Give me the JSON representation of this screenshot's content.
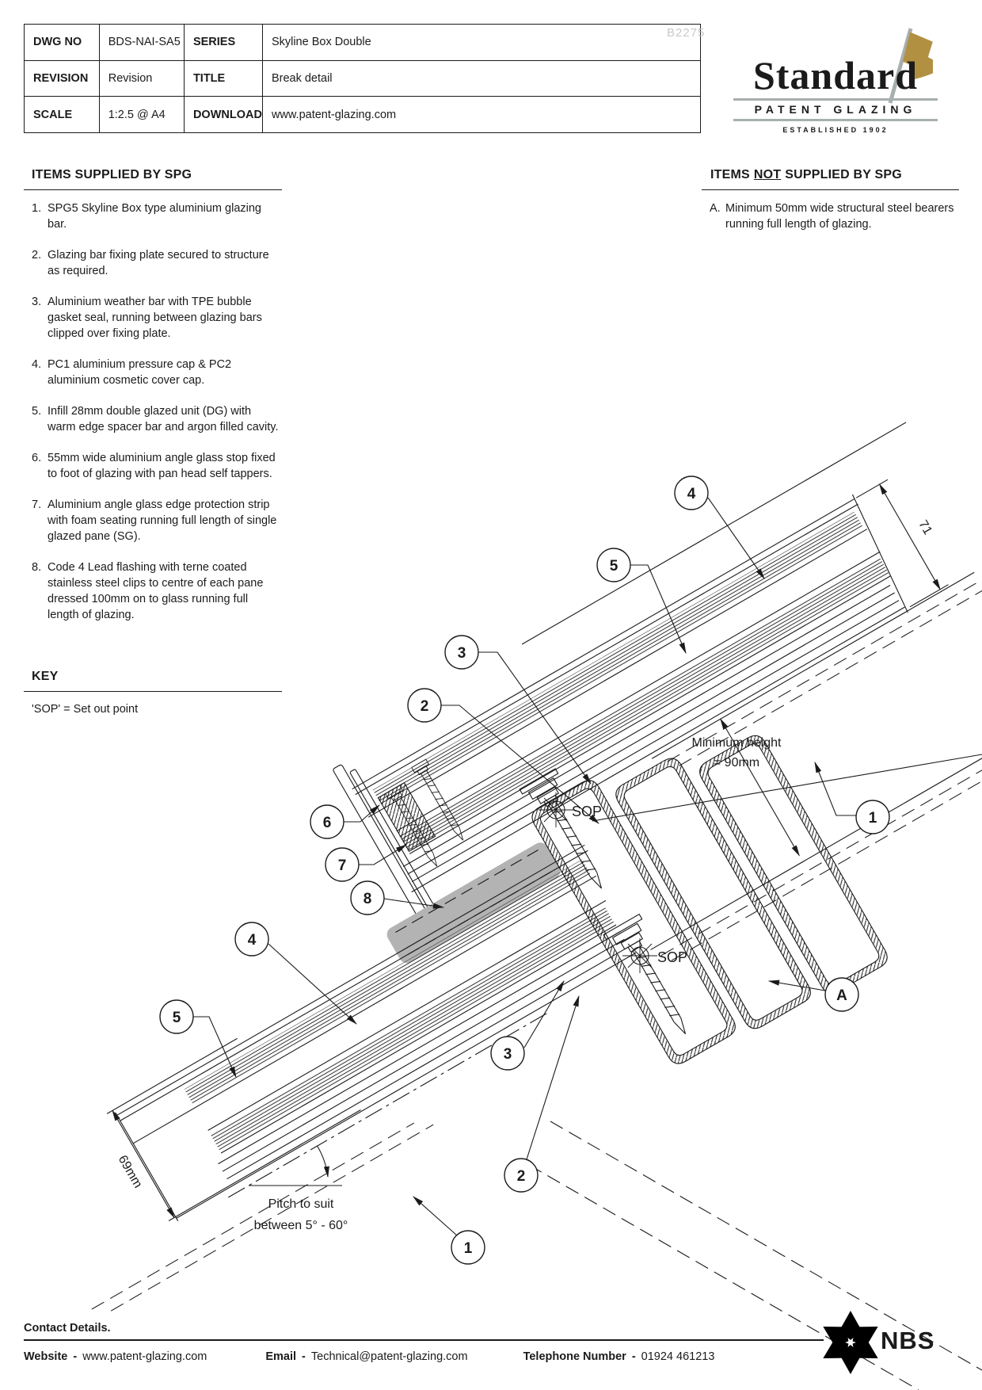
{
  "header": {
    "table": {
      "rows": [
        {
          "k1": "DWG NO",
          "v1": "BDS-NAI-SA5",
          "k2": "SERIES",
          "v2": "Skyline Box Double"
        },
        {
          "k1": "REVISION",
          "v1": "Revision",
          "k2": "TITLE",
          "v2": "Break detail"
        },
        {
          "k1": "SCALE",
          "v1": "1:2.5 @ A4",
          "k2": "DOWNLOAD",
          "v2": "www.patent-glazing.com"
        }
      ]
    },
    "watermark": "B2275"
  },
  "logo": {
    "name": "Standard",
    "subtitle": "PATENT GLAZING",
    "established": "ESTABLISHED 1902",
    "gold": "#b29041",
    "gray": "#a7aeae"
  },
  "supplied": {
    "title": "ITEMS SUPPLIED BY SPG",
    "items": [
      {
        "num": "1.",
        "text": "SPG5 Skyline Box type aluminium glazing bar."
      },
      {
        "num": "2.",
        "text": "Glazing bar fixing plate secured to structure as required."
      },
      {
        "num": "3.",
        "text": "Aluminium weather bar with TPE bubble gasket seal, running between glazing bars clipped over fixing plate."
      },
      {
        "num": "4.",
        "text": "PC1 aluminium pressure cap & PC2 aluminium cosmetic cover cap."
      },
      {
        "num": "5.",
        "text": "Infill 28mm double glazed unit (DG) with warm edge spacer bar and argon filled cavity."
      },
      {
        "num": "6.",
        "text": "55mm wide aluminium angle glass stop fixed to foot of glazing with pan head self tappers."
      },
      {
        "num": "7.",
        "text": "Aluminium angle glass edge protection strip with foam seating running full length of single glazed pane (SG)."
      },
      {
        "num": "8.",
        "text": "Code 4 Lead flashing with terne coated stainless steel clips to centre of each pane dressed 100mm on to glass running full length of glazing."
      }
    ]
  },
  "not_supplied": {
    "t1": "ITEMS",
    "t2": "NOT",
    "t3": "SUPPLIED BY SPG",
    "items": [
      {
        "num": "A.",
        "text": "Minimum 50mm wide structural steel bearers running full length of glazing."
      }
    ]
  },
  "key": {
    "title": "KEY",
    "text": "'SOP' = Set out point"
  },
  "drawing": {
    "sop_label": "SOP",
    "dims": {
      "d71": "71",
      "d69": "69mm",
      "minh1": "Minimum height",
      "minh2": "= 90mm",
      "pitch1": "Pitch to suit",
      "pitch2": "between 5° - 60°"
    },
    "callouts": [
      {
        "label": "4"
      },
      {
        "label": "5"
      },
      {
        "label": "3"
      },
      {
        "label": "2"
      },
      {
        "label": "6"
      },
      {
        "label": "7"
      },
      {
        "label": "8"
      },
      {
        "label": "4"
      },
      {
        "label": "5"
      },
      {
        "label": "3"
      },
      {
        "label": "2"
      },
      {
        "label": "1"
      },
      {
        "label": "1"
      },
      {
        "label": "A"
      }
    ],
    "line_color": "#1b1b1b",
    "flashing_gray": "#b3b3b3"
  },
  "footer": {
    "title": "Contact Details.",
    "website_label": "Website",
    "website": "www.patent-glazing.com",
    "email_label": "Email",
    "email": "Technical@patent-glazing.com",
    "phone_label": "Telephone Number",
    "phone": "01924 461213",
    "sep": "-",
    "nbs": "NBS"
  }
}
